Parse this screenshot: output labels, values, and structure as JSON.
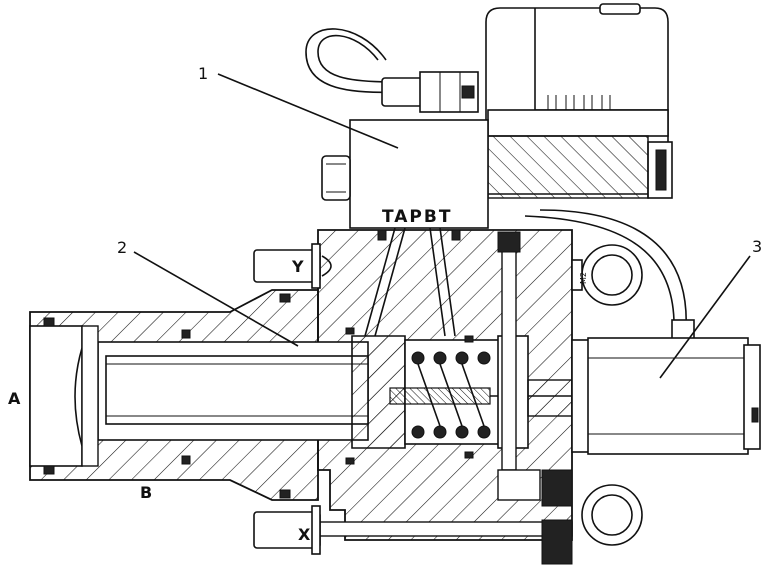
{
  "labels": {
    "callout_1": "1",
    "callout_2": "2",
    "callout_3": "3",
    "port_a": "A",
    "port_b": "B",
    "port_x": "X",
    "port_y": "Y",
    "port_row": "TAPBT",
    "body_mark": "M2"
  }
}
